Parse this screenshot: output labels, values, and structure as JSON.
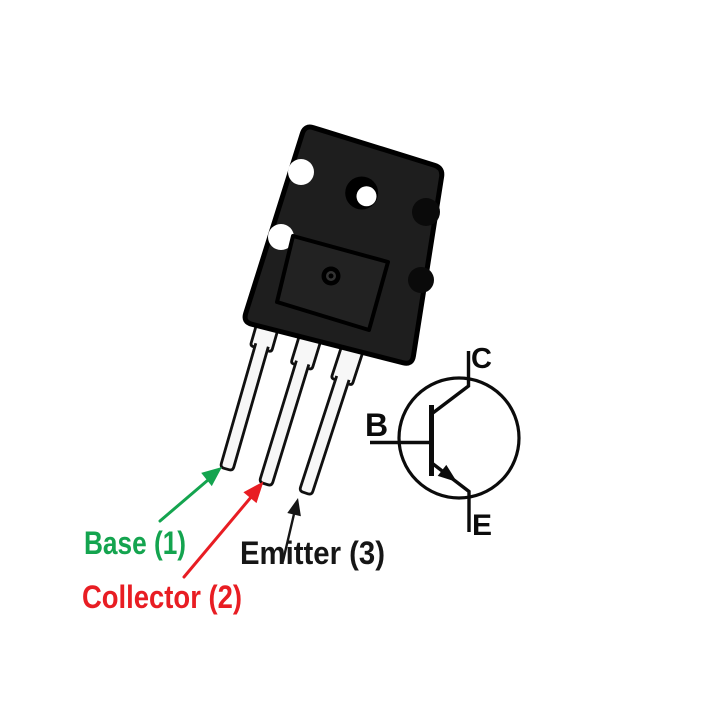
{
  "background_color": "#ffffff",
  "package": {
    "description": "TO-3PL power transistor package, tilted, three leads",
    "body_color": "#1e1e1e",
    "outline_color": "#000000",
    "lead_color": "#f7f7f7"
  },
  "pins": [
    {
      "number": 1,
      "name": "Base",
      "label": "Base (1)",
      "color": "#14a44f"
    },
    {
      "number": 2,
      "name": "Collector",
      "label": "Collector (2)",
      "color": "#e81d23"
    },
    {
      "number": 3,
      "name": "Emitter",
      "label": "Emitter (3)",
      "color": "#161616"
    }
  ],
  "schematic": {
    "kind": "NPN transistor symbol",
    "line_color": "#0b0b0b",
    "terminals": {
      "base": "B",
      "collector": "C",
      "emitter": "E"
    }
  }
}
